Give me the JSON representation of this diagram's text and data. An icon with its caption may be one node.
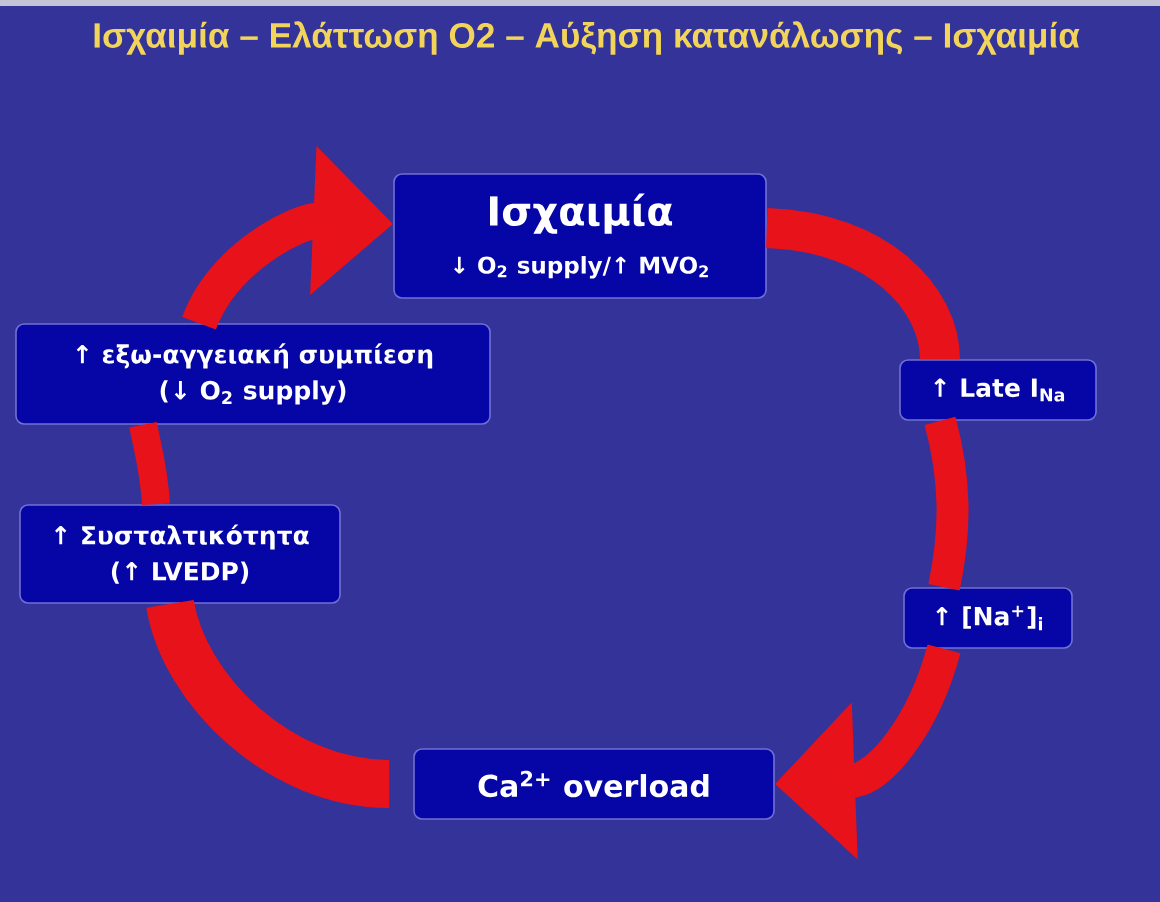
{
  "diagram": {
    "title": "Ισχαιμία – Ελάττωση O2 – Αύξηση κατανάλωσης – Ισχαιμία",
    "nodes": [
      {
        "text": [
          "Ισχαιμία",
          "↓ O$_{2}$ supply/↑ MVO$_{2}$"
        ]
      },
      {
        "text": [
          "↑ εξω-αγγειακή συμπίεση (↓ O$_{2}$ supply)"
        ]
      },
      {
        "text": [
          "↑ Late I$_{Na}$"
        ]
      },
      {
        "text": [
          "↑ Συσταλτικότητα (↑ LVEDP)"
        ]
      },
      {
        "text": [
          "↑ [Na$^{+}$]$_{i}$"
        ]
      },
      {
        "text": [
          "Ca$^{2+}$ overload"
        ]
      }
    ],
    "edges": [
      {
        "from": 0,
        "to": 2,
        "arrow": "none"
      },
      {
        "from": 2,
        "to": 4,
        "arrow": "none"
      },
      {
        "from": 4,
        "to": 5,
        "arrow": "to"
      },
      {
        "from": 5,
        "to": 3,
        "arrow": "none"
      },
      {
        "from": 3,
        "to": 1,
        "arrow": "none"
      },
      {
        "from": 1,
        "to": 0,
        "arrow": "to"
      }
    ]
  }
}
